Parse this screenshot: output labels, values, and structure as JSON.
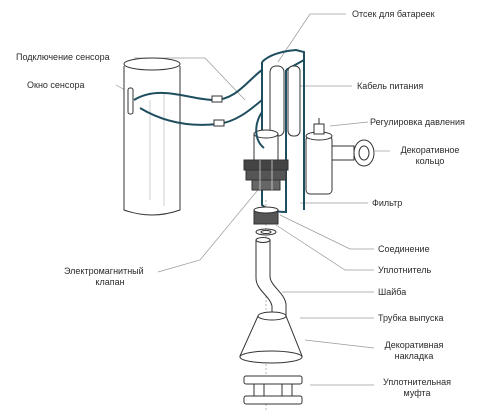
{
  "colors": {
    "outline": "#333333",
    "cable": "#1f4e5f",
    "leader": "#9a9a9a",
    "text": "#2b2b2b"
  },
  "labels": {
    "battery": "Отсек для батареек",
    "sensor_connection": "Подключение сенсора",
    "sensor_window": "Окно сенсора",
    "power_cable": "Кабель питания",
    "pressure_regulation": "Регулировка давления",
    "decorative_ring_1": "Декоративное",
    "decorative_ring_2": "кольцо",
    "filter": "Фильтр",
    "joint": "Соединение",
    "seal": "Уплотнитель",
    "washer": "Шайба",
    "solenoid_1": "Электромагнитный",
    "solenoid_2": "клапан",
    "outlet_tube": "Трубка выпуска",
    "decor_plate_1": "Декоративная",
    "decor_plate_2": "накладка",
    "seal_coupling_1": "Уплотнительная",
    "seal_coupling_2": "муфта"
  }
}
